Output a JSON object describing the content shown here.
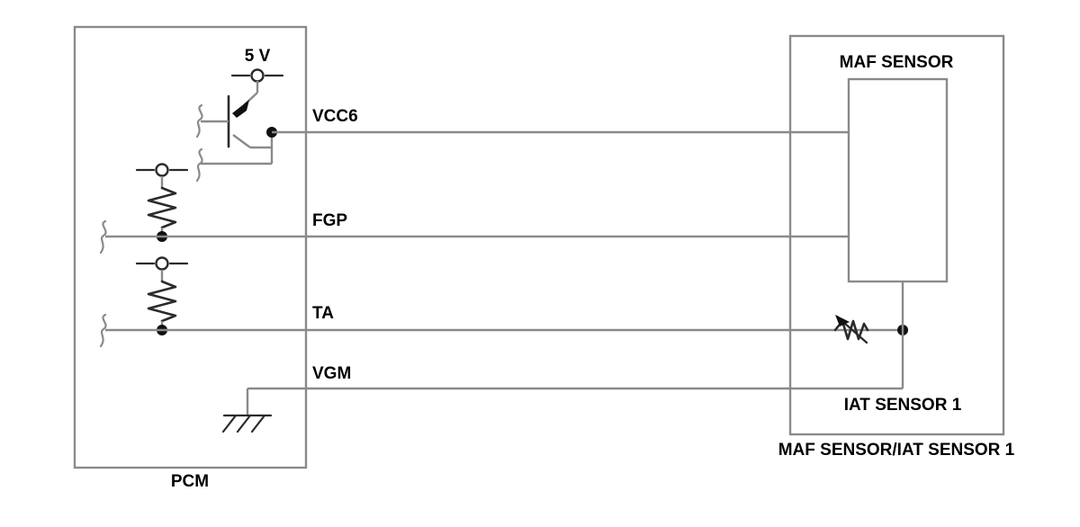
{
  "diagram": {
    "title": "MAF SENSOR / IAT SENSOR 1 wiring schematic",
    "colors": {
      "wire": "#8a8a8a",
      "component": "#2b2b2b",
      "junction": "#111111",
      "background": "#ffffff",
      "text": "#000000"
    },
    "left_module": {
      "name": "PCM",
      "caption": "PCM"
    },
    "right_module": {
      "outer_caption": "MAF SENSOR/IAT SENSOR 1",
      "inner_label": "MAF SENSOR",
      "sub_label": "IAT SENSOR 1"
    },
    "supply": {
      "label": "5 V"
    },
    "pins": [
      {
        "id": "vcc6",
        "label": "VCC6"
      },
      {
        "id": "fgp",
        "label": "FGP"
      },
      {
        "id": "ta",
        "label": "TA"
      },
      {
        "id": "vgm",
        "label": "VGM"
      }
    ],
    "components": [
      {
        "id": "q1",
        "type": "pnp-transistor",
        "label": ""
      },
      {
        "id": "r1",
        "type": "pull-up-resistor",
        "label": ""
      },
      {
        "id": "r2",
        "type": "pull-up-resistor",
        "label": ""
      },
      {
        "id": "th1",
        "type": "thermistor",
        "label": ""
      },
      {
        "id": "gnd1",
        "type": "chassis-ground",
        "label": ""
      }
    ]
  }
}
